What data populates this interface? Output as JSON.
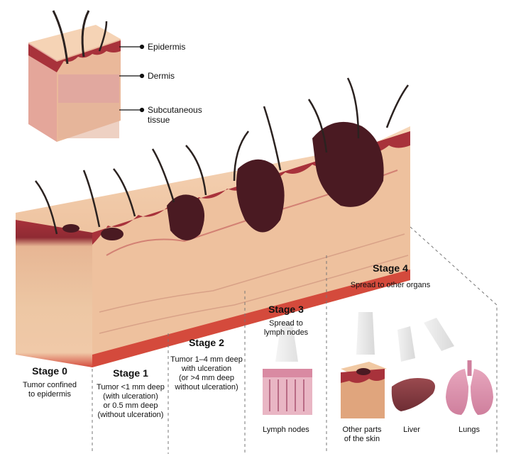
{
  "legend": {
    "epidermis": "Epidermis",
    "dermis": "Dermis",
    "subcutaneous_line1": "Subcutaneous",
    "subcutaneous_line2": "tissue"
  },
  "stages": [
    {
      "title": "Stage 0",
      "lines": [
        "Tumor confined",
        "to epidermis"
      ]
    },
    {
      "title": "Stage 1",
      "lines": [
        "Tumor <1 mm deep",
        "(with ulceration)",
        "or 0.5 mm deep",
        "(without ulceration)"
      ]
    },
    {
      "title": "Stage 2",
      "lines": [
        "Tumor 1–4 mm deep",
        "with ulceration",
        "(or >4 mm deep",
        "without ulceration)"
      ]
    },
    {
      "title": "Stage 3",
      "lines": [
        "Spread to",
        "lymph nodes"
      ]
    },
    {
      "title": "Stage 4",
      "lines": [
        "Spread to other organs"
      ]
    }
  ],
  "organs": {
    "lymph_nodes": "Lymph nodes",
    "skin_line1": "Other parts",
    "skin_line2": "of the skin",
    "liver": "Liver",
    "lungs": "Lungs"
  },
  "colors": {
    "epidermis": "#a8323b",
    "dermis": "#f2c9a6",
    "subcutaneous": "#e9b58f",
    "tumor": "#4a1a22",
    "base": "#d44a3c",
    "hair": "#2b2220"
  }
}
